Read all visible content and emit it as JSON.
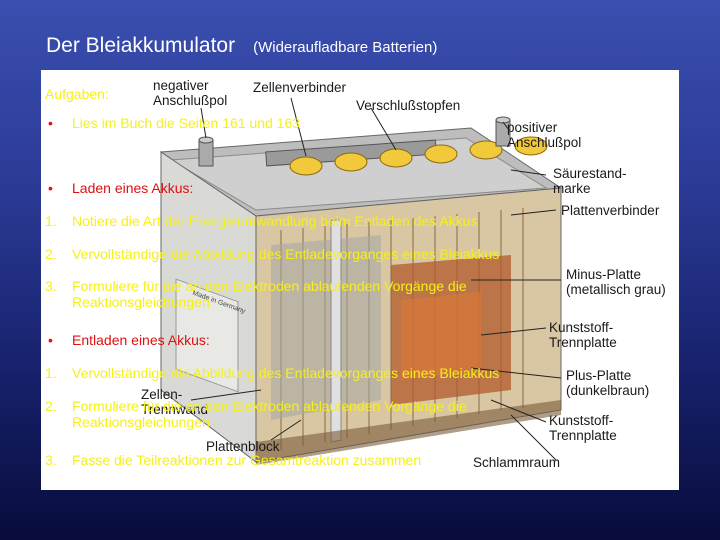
{
  "slide": {
    "title": "Der Bleiakkumulator",
    "subtitle": "(Wideraufladbare Batterien)"
  },
  "diagram_labels": {
    "negativer_anschlusspol": [
      "negativer",
      "Anschlußpol"
    ],
    "zellenverbinder_top": "Zellenverbinder",
    "verschlussstopfen": "Verschlußstopfen",
    "positiver_anschlusspol": [
      "positiver",
      "Anschlußpol"
    ],
    "saeurestandmarke": [
      "Säurestand-",
      "marke"
    ],
    "plattenverbinder": "Plattenverbinder",
    "minus_platte": [
      "Minus-Platte",
      "(metallisch grau)"
    ],
    "kunststoff_trennplatte_1": [
      "Kunststoff-",
      "Trennplatte"
    ],
    "plus_platte": [
      "Plus-Platte",
      "(dunkelbraun)"
    ],
    "kunststoff_trennplatte_2": [
      "Kunststoff-",
      "Trennplatte"
    ],
    "schlammraum": "Schlammraum",
    "plattenblock": "Plattenblock",
    "zellen_trennwand": [
      "Zellen-",
      "Trennwand"
    ],
    "made_in_germany": "Made in Germany"
  },
  "tasks": {
    "heading": "Aufgaben:",
    "bullet_1": "Lies im Buch die Seiten 161 und 163",
    "laden_heading": "Laden eines Akkus:",
    "laden_1_num": "1.",
    "laden_1": "Notiere die Art der Energieumwandlung beim Entladen des Akkus",
    "laden_2_num": "2.",
    "laden_2": "Vervollständige die Abbildung des Entladevorganges eines Bleiakkus",
    "laden_3_num": "3.",
    "laden_3": [
      "Formuliere für die an den Elektroden ablaufenden Vorgänge die",
      "Reaktionsgleichungen"
    ],
    "entladen_heading": "Entladen eines Akkus:",
    "entladen_1_num": "1.",
    "entladen_1": "Vervollständige die Abbildung des Entladevorganges eines Bleiakkus",
    "entladen_2_num": "2.",
    "entladen_2": [
      "Formuliere für die an den Elektroden ablaufenden Vorgänge die",
      "Reaktionsgleichungen"
    ],
    "entladen_3_num": "3.",
    "entladen_3": "Fasse die Teilreaktionen zur Gesamtreaktion zusammen",
    "bullet_symbol": "•"
  },
  "colors": {
    "background_top": "#3a4fb0",
    "background_bottom": "#080c3a",
    "task_text_yellow": "#f5f01a",
    "task_heading_red": "#e01010"
  }
}
